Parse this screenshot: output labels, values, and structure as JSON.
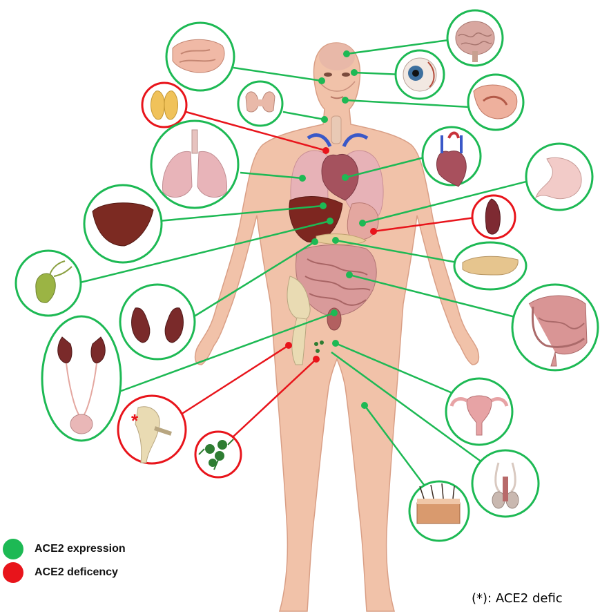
{
  "colors": {
    "expression": "#1db954",
    "deficiency": "#e8141b",
    "skin": "#f1c2a9",
    "skin_outline": "#d99f86"
  },
  "legend": {
    "expression_label": "ACE2 expression",
    "deficiency_label": "ACE2 deficency"
  },
  "footnote": "(*): ACE2 defic",
  "organs": [
    {
      "name": "brain",
      "status": "expression"
    },
    {
      "name": "eye",
      "status": "expression"
    },
    {
      "name": "nasal-cavity",
      "status": "expression"
    },
    {
      "name": "oral-cavity",
      "status": "expression"
    },
    {
      "name": "thyroid",
      "status": "expression"
    },
    {
      "name": "thymus",
      "status": "deficiency"
    },
    {
      "name": "lungs",
      "status": "expression"
    },
    {
      "name": "heart",
      "status": "expression"
    },
    {
      "name": "stomach",
      "status": "expression"
    },
    {
      "name": "spleen",
      "status": "deficiency"
    },
    {
      "name": "liver",
      "status": "expression"
    },
    {
      "name": "gallbladder",
      "status": "expression"
    },
    {
      "name": "pancreas",
      "status": "expression"
    },
    {
      "name": "kidneys",
      "status": "expression"
    },
    {
      "name": "colon",
      "status": "expression"
    },
    {
      "name": "urinary-tract",
      "status": "expression"
    },
    {
      "name": "uterus",
      "status": "expression"
    },
    {
      "name": "testis",
      "status": "expression"
    },
    {
      "name": "skin",
      "status": "expression"
    },
    {
      "name": "bone",
      "status": "deficiency"
    },
    {
      "name": "lymph-nodes",
      "status": "deficiency"
    }
  ]
}
